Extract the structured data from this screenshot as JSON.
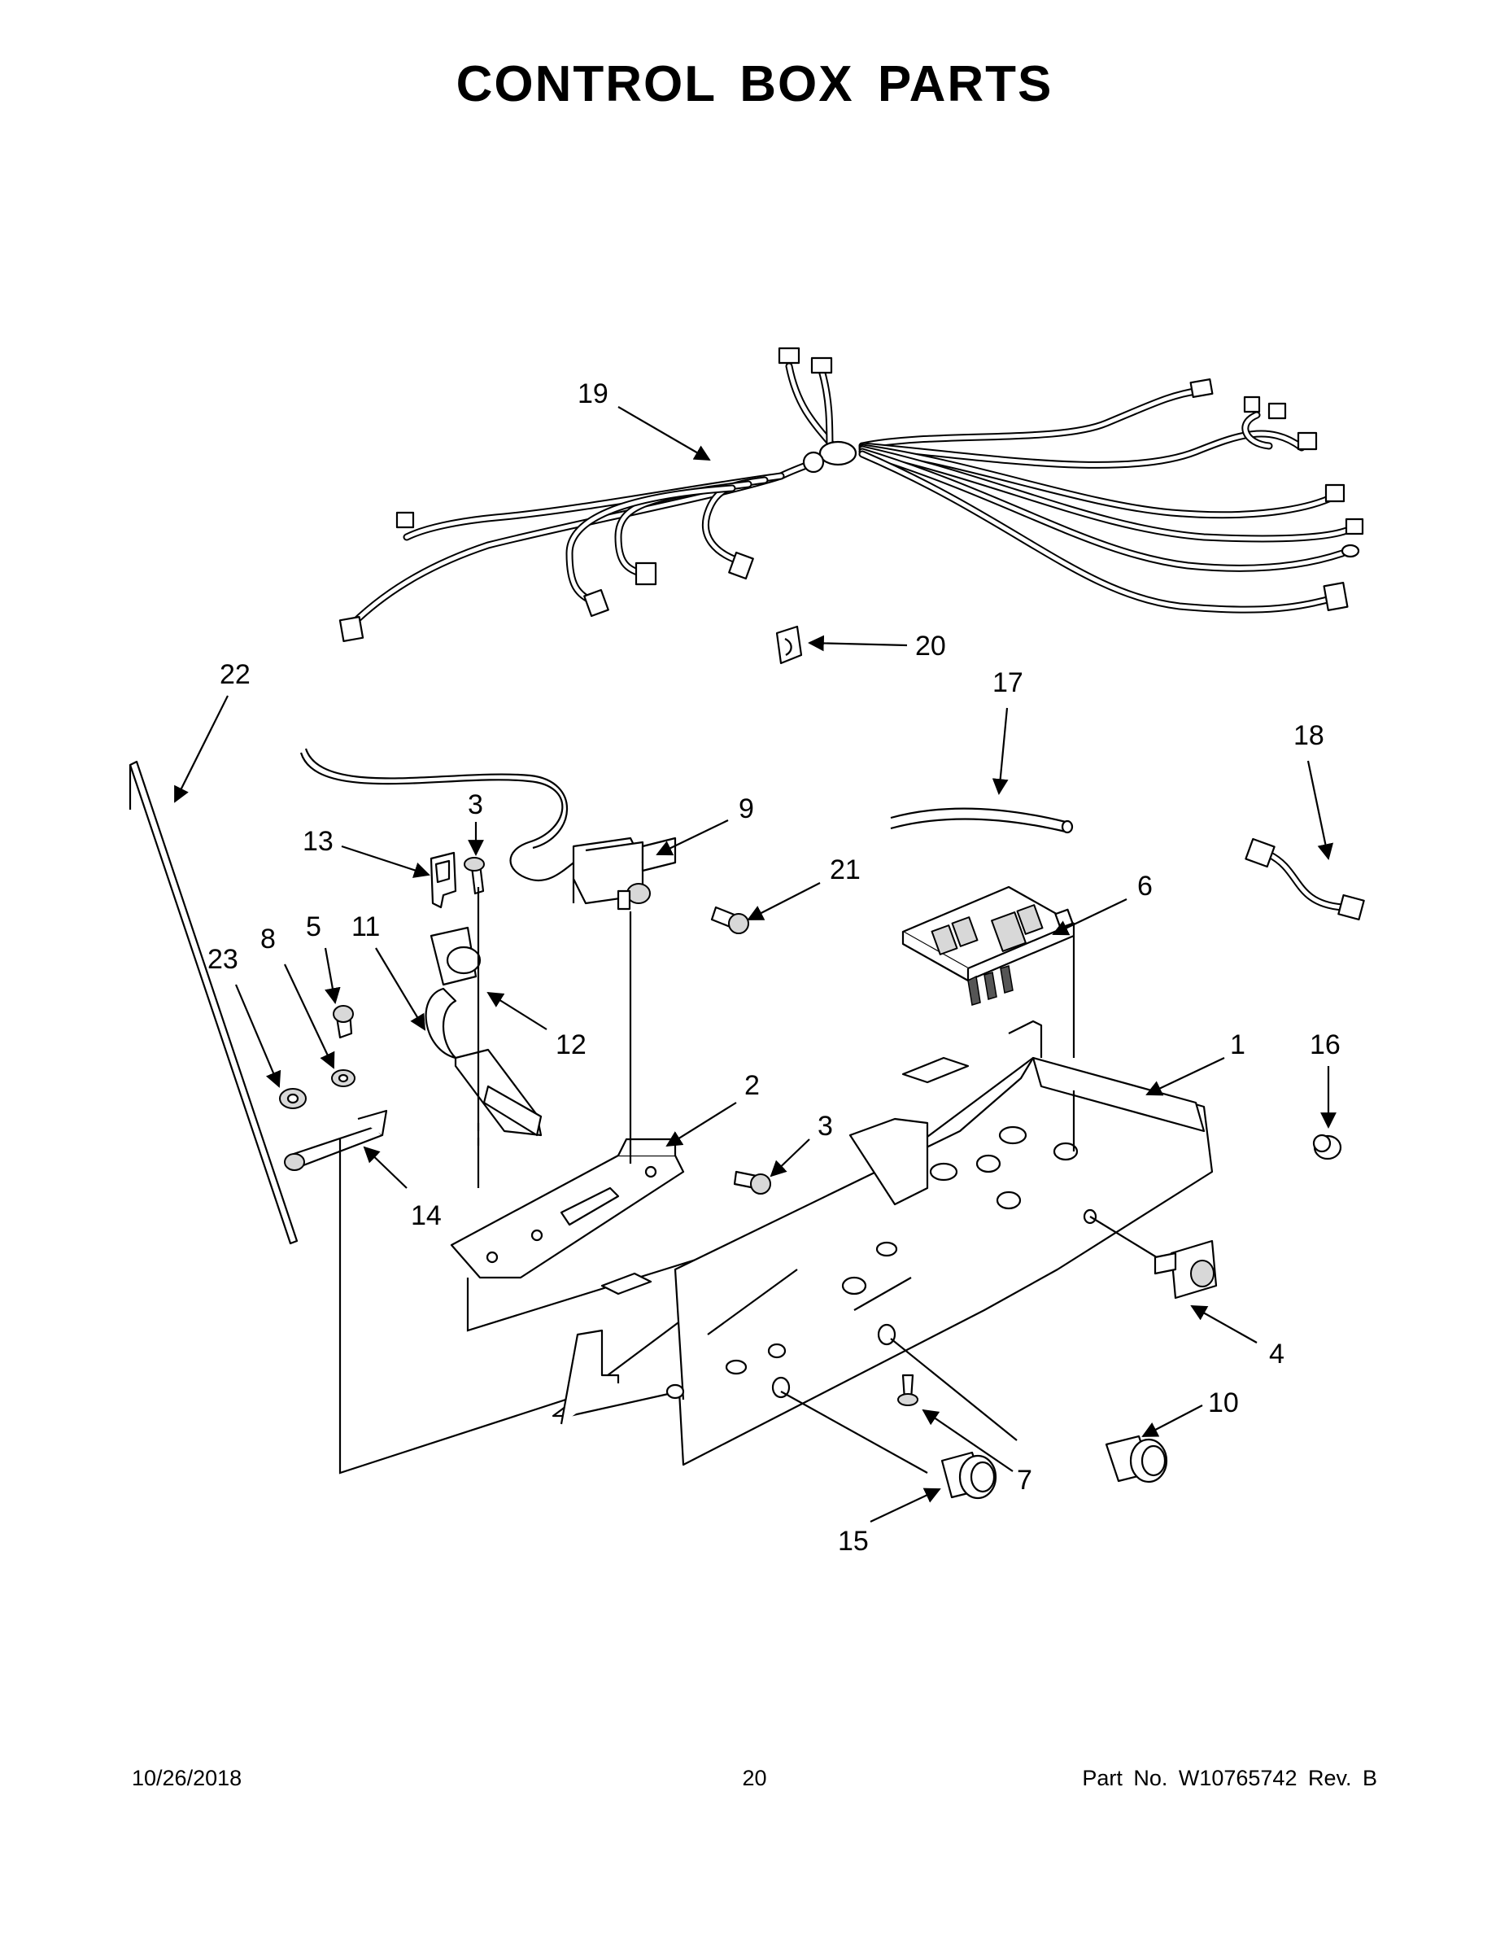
{
  "page": {
    "title": "CONTROL BOX PARTS"
  },
  "callouts": [
    "19",
    "20",
    "22",
    "17",
    "18",
    "3",
    "9",
    "13",
    "21",
    "6",
    "5",
    "11",
    "8",
    "23",
    "12",
    "1",
    "16",
    "2",
    "3",
    "14",
    "4",
    "10",
    "7",
    "15"
  ],
  "footer": {
    "date": "10/26/2018",
    "page_number": "20",
    "part_number": "Part No.  W10765742  Rev.  B"
  }
}
